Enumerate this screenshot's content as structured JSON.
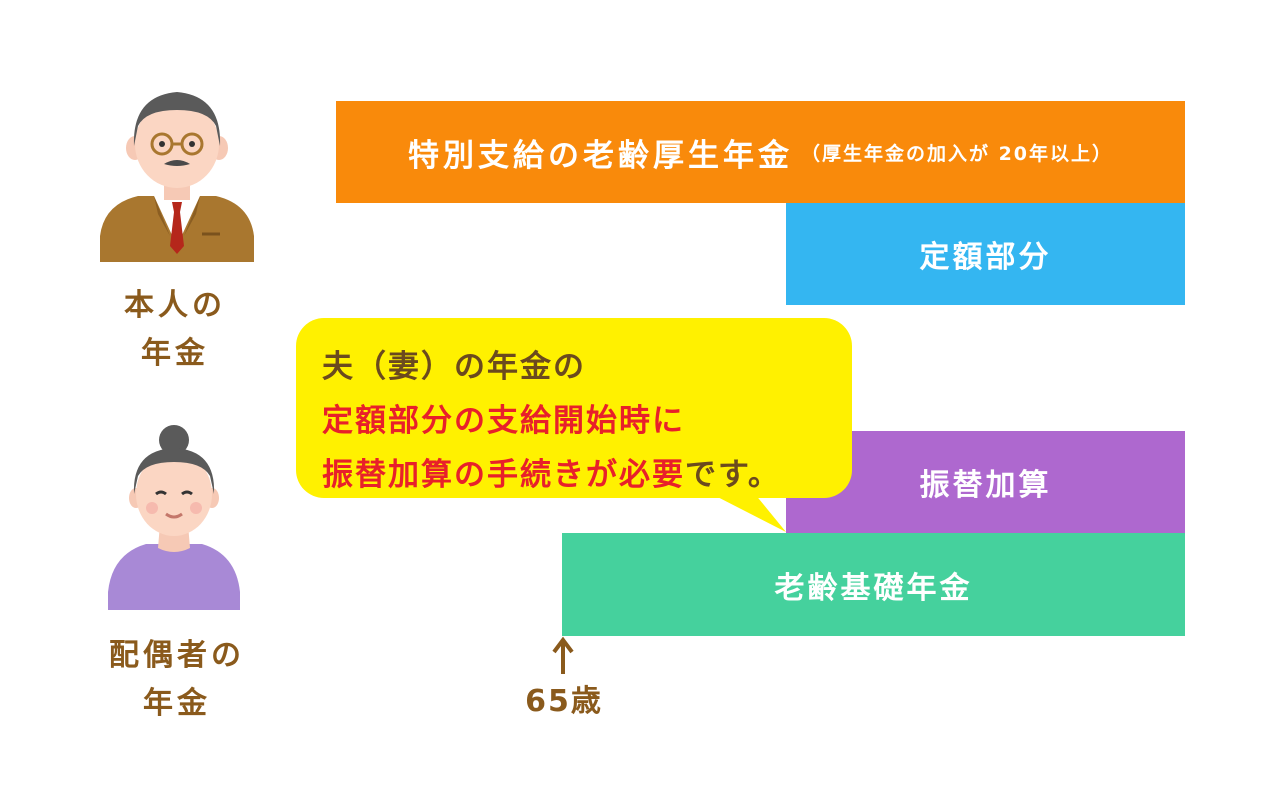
{
  "bars": {
    "special_pension": {
      "label": "特別支給の老齢厚生年金",
      "note": "（厚生年金の加入が 20年以上）",
      "color": "#f98a0b"
    },
    "fixed_part": {
      "label": "定額部分",
      "color": "#34b6f1"
    },
    "transfer_addition": {
      "label": "振替加算",
      "color": "#ae68cf"
    },
    "basic_pension": {
      "label": "老齢基礎年金",
      "color": "#45d19d"
    }
  },
  "people": {
    "self_label_line1": "本人の",
    "self_label_line2": "年金",
    "spouse_label_line1": "配偶者の",
    "spouse_label_line2": "年金"
  },
  "callout": {
    "line1": "夫（妻）の年金の",
    "line2": "定額部分の支給開始時に",
    "line3_red": "振替加算の手続きが必要",
    "line3_rest": "です。",
    "color_bg": "#fff100",
    "color_highlight": "#e8202a"
  },
  "age_marker": {
    "label": "65歳"
  },
  "icons": {
    "self": "elderly-man-avatar-icon",
    "spouse": "elderly-woman-avatar-icon",
    "marker": "up-arrow-icon"
  }
}
